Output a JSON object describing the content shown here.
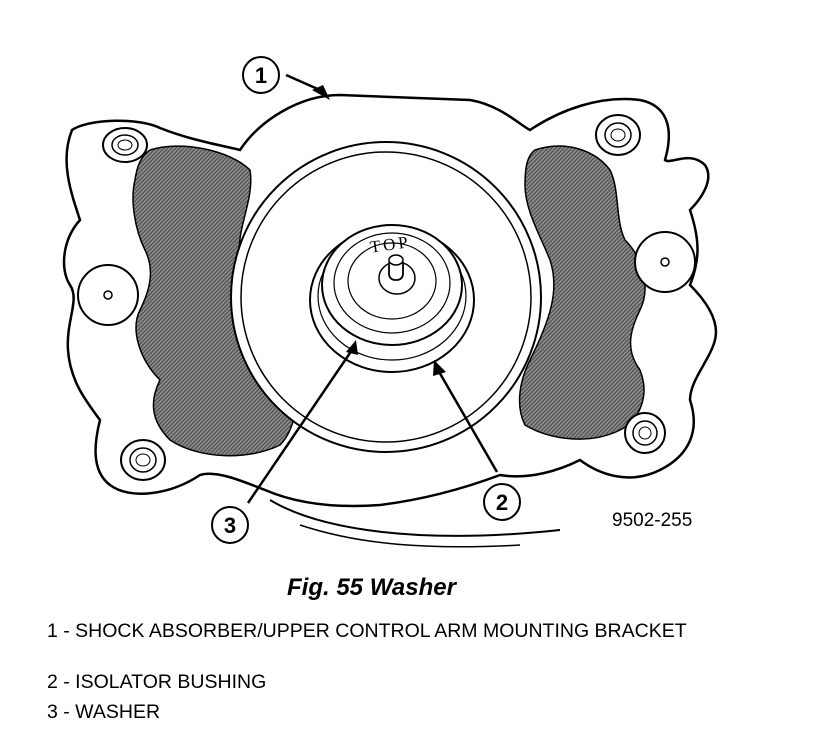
{
  "figure": {
    "top_marking": "TOP",
    "reference_number": "9502-255",
    "callouts": [
      "1",
      "2",
      "3"
    ]
  },
  "caption": "Fig. 55 Washer",
  "legend": [
    "1 - SHOCK ABSORBER/UPPER CONTROL ARM MOUNTING BRACKET",
    "2 - ISOLATOR BUSHING",
    "3 - WASHER"
  ]
}
